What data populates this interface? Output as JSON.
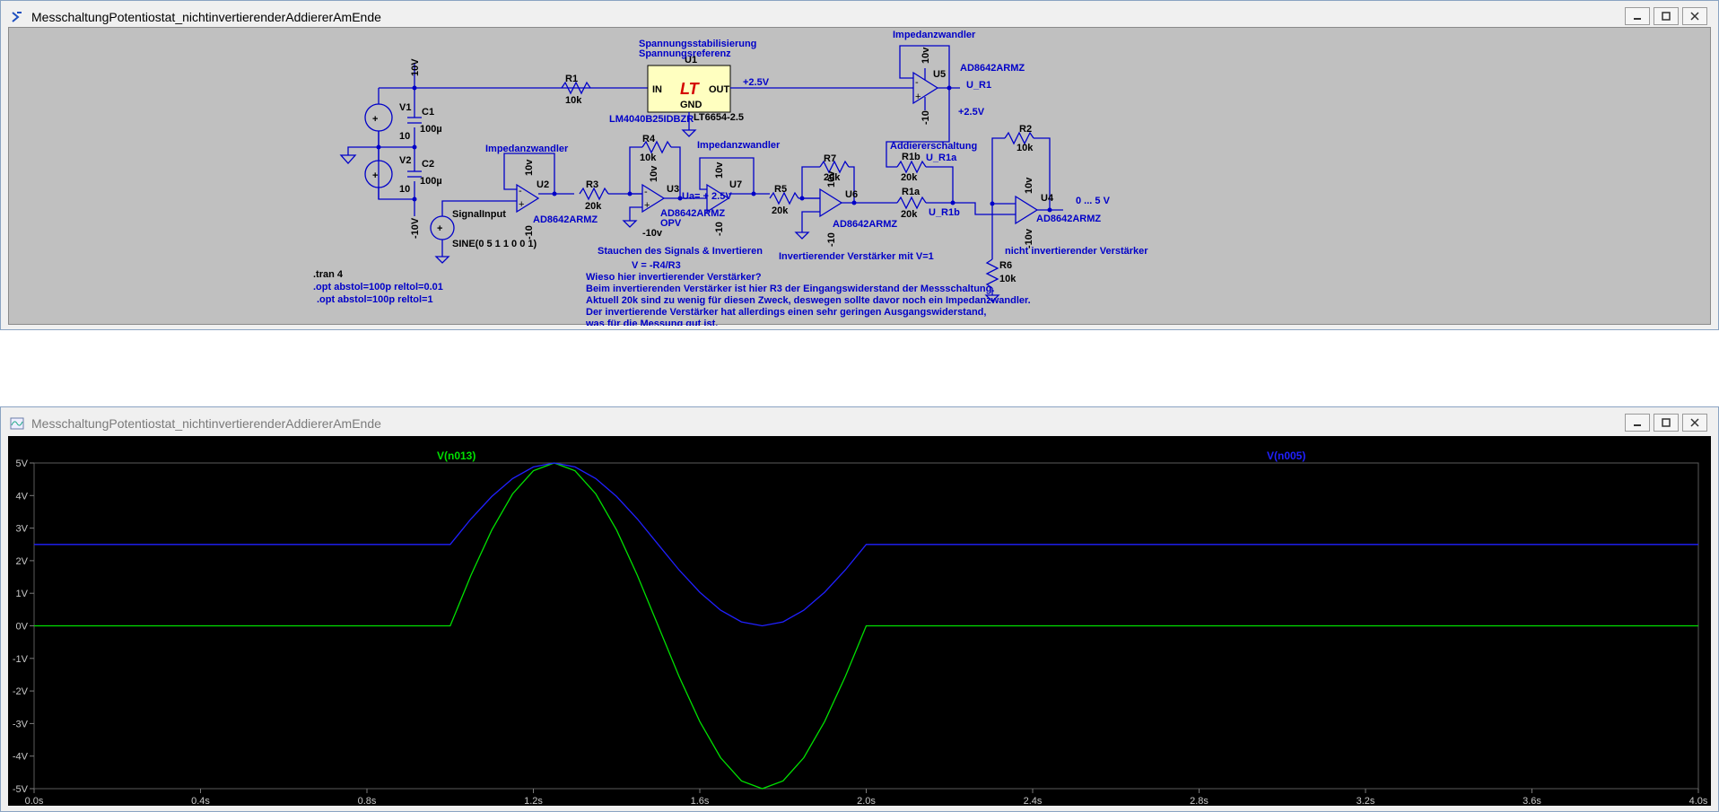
{
  "schematic_window": {
    "title": "MesschaltungPotentiostat_nichtinvertierenderAddiererAmEnde",
    "components": {
      "V1": {
        "name": "V1",
        "value": "10"
      },
      "V2": {
        "name": "V2",
        "value": "10"
      },
      "C1": {
        "name": "C1",
        "value": "100µ"
      },
      "C2": {
        "name": "C2",
        "value": "100µ"
      },
      "R1": {
        "name": "R1",
        "value": "10k"
      },
      "R2": {
        "name": "R2",
        "value": "10k"
      },
      "R3": {
        "name": "R3",
        "value": "20k"
      },
      "R4": {
        "name": "R4",
        "value": "10k"
      },
      "R5": {
        "name": "R5",
        "value": "20k"
      },
      "R6": {
        "name": "R6",
        "value": "10k"
      },
      "R7": {
        "name": "R7",
        "value": "20k"
      },
      "R1a": {
        "name": "R1a",
        "value": "20k"
      },
      "R1b": {
        "name": "R1b",
        "value": "20k"
      },
      "U1": {
        "name": "U1",
        "part": "LT6654-2.5",
        "alt_part": "LM4040B25IDBZR",
        "pin_in": "IN",
        "pin_out": "OUT",
        "pin_gnd": "GND"
      },
      "U2": {
        "name": "U2",
        "part": "AD8642ARMZ"
      },
      "U3": {
        "name": "U3",
        "part": "AD8642ARMZ",
        "note": "OPV"
      },
      "U4": {
        "name": "U4",
        "part": "AD8642ARMZ"
      },
      "U5": {
        "name": "U5",
        "part": "AD8642ARMZ"
      },
      "U6": {
        "name": "U6",
        "part": "AD8642ARMZ"
      },
      "U7": {
        "name": "U7"
      },
      "SignalInput": {
        "name": "SignalInput",
        "value": "SINE(0 5 1 1 0 0 1)"
      }
    },
    "net_labels": {
      "p10v": "10V",
      "m10v": "-10V",
      "p10v_small": "10v",
      "m10v_small": "-10",
      "m10v_lower": "-10v",
      "plus25": "+2.5V",
      "plus25_b": "+2.5V",
      "u_r1": "U_R1",
      "u_r1a": "U_R1a",
      "u_r1b": "U_R1b",
      "ua": "Ua= + 2.5V",
      "range": "0 ... 5 V"
    },
    "notes": {
      "spannung1": "Spannungsstabilisierung",
      "spannung2": "Spannungsreferenz",
      "impedanz1": "Impedanzwandler",
      "impedanz2": "Impedanzwandler",
      "impedanz3": "Impedanzwandler",
      "stauchen": "Stauchen des Signals & Invertieren",
      "gain": "V = -R4/R3",
      "addierer": "Addiererschaltung",
      "invert": "Invertierender Verstärker mit V=1",
      "nichtinv": "nicht invertierender Verstärker",
      "spice1": ".tran 4",
      "spice2": ".opt abstol=100p reltol=0.01",
      "spice3": ".opt abstol=100p reltol=1",
      "wieso": [
        "Wieso hier invertierender Verstärker?",
        "Beim invertierenden Verstärker ist hier R3 der Eingangswiderstand der Messschaltung.",
        "Aktuell 20k sind zu wenig für diesen Zweck, deswegen sollte davor noch ein Impedanzwandler.",
        "Der invertierende Verstärker hat allerdings einen sehr geringen Ausgangswiderstand,",
        "was für die Messung gut ist."
      ]
    }
  },
  "plot_window": {
    "title": "MesschaltungPotentiostat_nichtinvertierenderAddiererAmEnde"
  },
  "chart_data": {
    "type": "line",
    "xlim": [
      0,
      4
    ],
    "ylim": [
      -5,
      5
    ],
    "x_ticks": [
      "0.0s",
      "0.4s",
      "0.8s",
      "1.2s",
      "1.6s",
      "2.0s",
      "2.4s",
      "2.8s",
      "3.2s",
      "3.6s",
      "4.0s"
    ],
    "y_ticks": [
      "5V",
      "4V",
      "3V",
      "2V",
      "1V",
      "0V",
      "-1V",
      "-2V",
      "-3V",
      "-4V",
      "-5V"
    ],
    "grid": false,
    "series": [
      {
        "name": "V(n013)",
        "color": "#00e000",
        "x": [
          0,
          1.0,
          1.05,
          1.1,
          1.15,
          1.2,
          1.25,
          1.3,
          1.35,
          1.4,
          1.45,
          1.5,
          1.55,
          1.6,
          1.65,
          1.7,
          1.75,
          1.8,
          1.85,
          1.9,
          1.95,
          2.0,
          4.0
        ],
        "y": [
          0,
          0,
          1.55,
          2.94,
          4.05,
          4.76,
          5.0,
          4.76,
          4.05,
          2.94,
          1.55,
          0,
          -1.55,
          -2.94,
          -4.05,
          -4.76,
          -5.0,
          -4.76,
          -4.05,
          -2.94,
          -1.55,
          0,
          0
        ]
      },
      {
        "name": "V(n005)",
        "color": "#2020ff",
        "x": [
          0,
          1.0,
          1.05,
          1.1,
          1.15,
          1.2,
          1.25,
          1.3,
          1.35,
          1.4,
          1.45,
          1.5,
          1.55,
          1.6,
          1.65,
          1.7,
          1.75,
          1.8,
          1.85,
          1.9,
          1.95,
          2.0,
          4.0
        ],
        "y": [
          2.5,
          2.5,
          3.28,
          3.97,
          4.52,
          4.88,
          5.0,
          4.88,
          4.52,
          3.97,
          3.28,
          2.5,
          1.72,
          1.03,
          0.48,
          0.12,
          0.0,
          0.12,
          0.48,
          1.03,
          1.72,
          2.5,
          2.5
        ]
      }
    ]
  }
}
